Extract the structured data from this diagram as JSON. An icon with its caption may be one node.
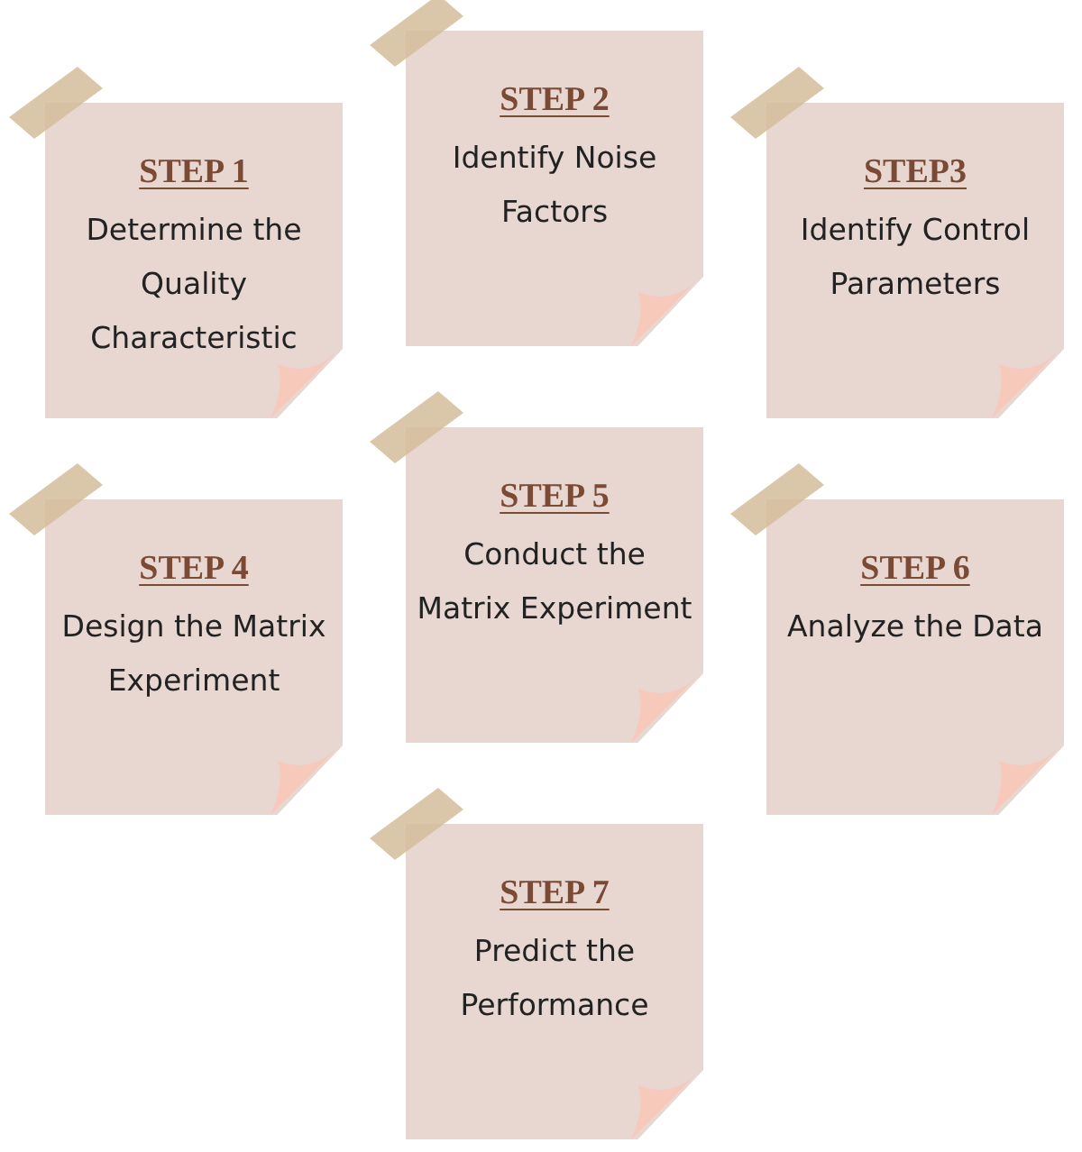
{
  "diagram": {
    "nodes": [
      {
        "text": [
          "STEP 1",
          "Determine the Quality Characteristic"
        ]
      },
      {
        "text": [
          "STEP 2",
          "Identify Noise Factors"
        ]
      },
      {
        "text": [
          "STEP3",
          "Identify Control Parameters"
        ]
      },
      {
        "text": [
          "STEP 4",
          "Design the Matrix Experiment"
        ]
      },
      {
        "text": [
          "STEP 5",
          "Conduct the Matrix Experiment"
        ]
      },
      {
        "text": [
          "STEP 6",
          "Analyze the Data"
        ]
      },
      {
        "text": [
          "STEP 7",
          "Predict the Performance"
        ]
      }
    ],
    "edges": []
  }
}
